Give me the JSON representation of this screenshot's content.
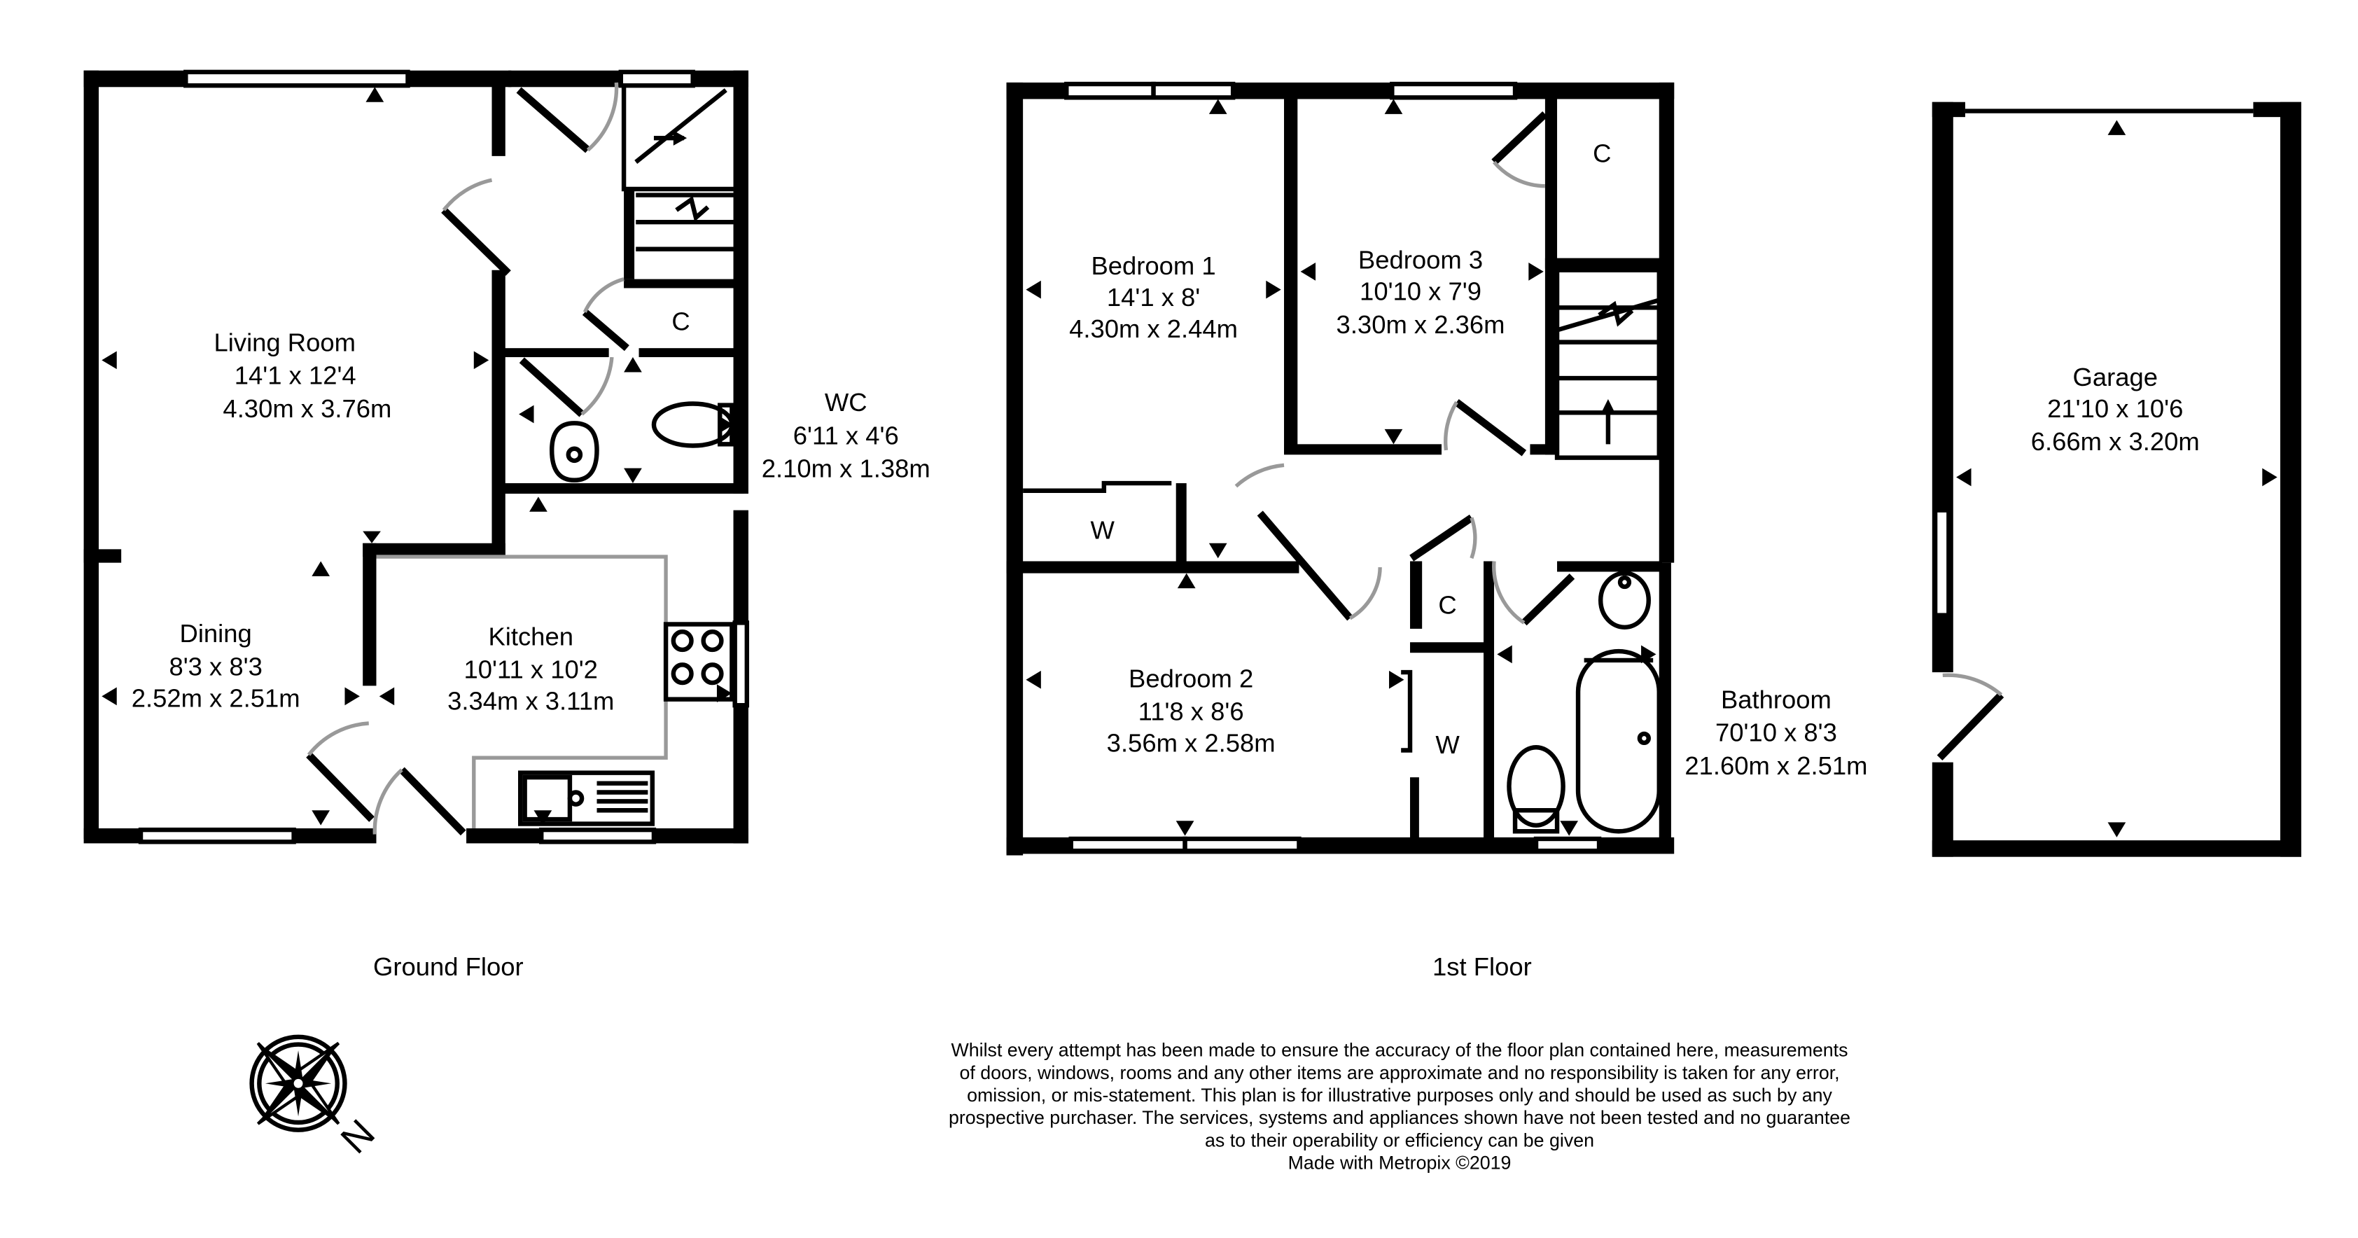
{
  "floors": {
    "ground": "Ground Floor",
    "first": "1st Floor"
  },
  "rooms": {
    "living": {
      "name": "Living Room",
      "imperial": "14'1 x 12'4",
      "metric": "4.30m x 3.76m"
    },
    "dining": {
      "name": "Dining",
      "imperial": "8'3 x 8'3",
      "metric": "2.52m x 2.51m"
    },
    "kitchen": {
      "name": "Kitchen",
      "imperial": "10'11 x 10'2",
      "metric": "3.34m x 3.11m"
    },
    "wc": {
      "name": "WC",
      "imperial": "6'11 x 4'6",
      "metric": "2.10m x 1.38m"
    },
    "bedroom1": {
      "name": "Bedroom 1",
      "imperial": "14'1 x 8'",
      "metric": "4.30m x 2.44m"
    },
    "bedroom2": {
      "name": "Bedroom 2",
      "imperial": "11'8 x 8'6",
      "metric": "3.56m x 2.58m"
    },
    "bedroom3": {
      "name": "Bedroom 3",
      "imperial": "10'10 x 7'9",
      "metric": "3.30m x 2.36m"
    },
    "bathroom": {
      "name": "Bathroom",
      "imperial": "70'10 x 8'3",
      "metric": "21.60m x 2.51m"
    },
    "garage": {
      "name": "Garage",
      "imperial": "21'10 x 10'6",
      "metric": "6.66m x 3.20m"
    }
  },
  "storage_labels": {
    "cupboard": "C",
    "wardrobe": "W"
  },
  "compass": {
    "north_label": "N"
  },
  "disclaimer": [
    "Whilst every attempt has been made to ensure the accuracy of the floor plan contained here, measurements",
    "of doors, windows, rooms and any other items are approximate and no responsibility is taken for any error,",
    "omission, or mis-statement. This plan is for illustrative purposes only and should be used as such by any",
    "prospective purchaser. The services, systems and appliances shown have not been tested and no guarantee",
    "as to their operability or efficiency can be given",
    "Made with Metropix ©2019"
  ]
}
